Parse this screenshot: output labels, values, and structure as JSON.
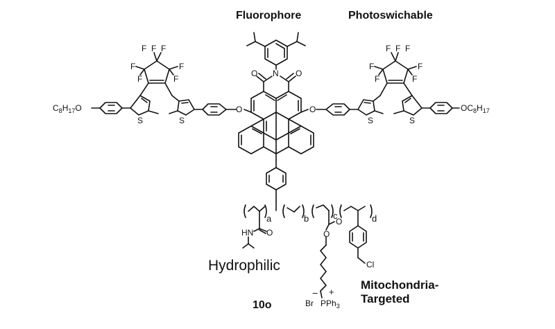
{
  "headings": {
    "fluorophore": "Fluorophore",
    "photoswitchable": "Photoswichable"
  },
  "regions": {
    "hydrophilic": "Hydrophilic",
    "mitochondria_line1": "Mitochondria-",
    "mitochondria_line2": "Targeted"
  },
  "compound_label": "10o",
  "atoms": {
    "F": "F",
    "N": "N",
    "O": "O",
    "S": "S",
    "HN": "HN",
    "Cl": "Cl",
    "Br": "Br",
    "P": "P",
    "Ph": "Ph",
    "C": "C",
    "H": "H",
    "plus": "+",
    "minus": "−"
  },
  "subscripts": {
    "c8": "8",
    "h17": "17",
    "ph3": "3"
  },
  "repeat_units": [
    "a",
    "b",
    "c",
    "d"
  ]
}
